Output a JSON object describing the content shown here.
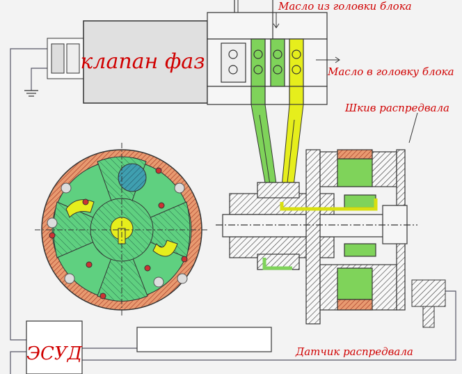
{
  "labels": {
    "oil_from_head": "Масло из головки блока",
    "valve": "клапан фаз",
    "oil_to_head": "Масло в головку блока",
    "pulley": "Шкив распредвала",
    "ecu": "ЭСУД",
    "sensor": "Датчик распредвала"
  },
  "colors": {
    "label_red": "#d00000",
    "oil_green": "#7fd35a",
    "oil_yellow": "#e6ee1c",
    "rotor_ring": "#e89a70",
    "stator_fill": "#5fd080",
    "rotor_blue": "#3f9fb0"
  }
}
